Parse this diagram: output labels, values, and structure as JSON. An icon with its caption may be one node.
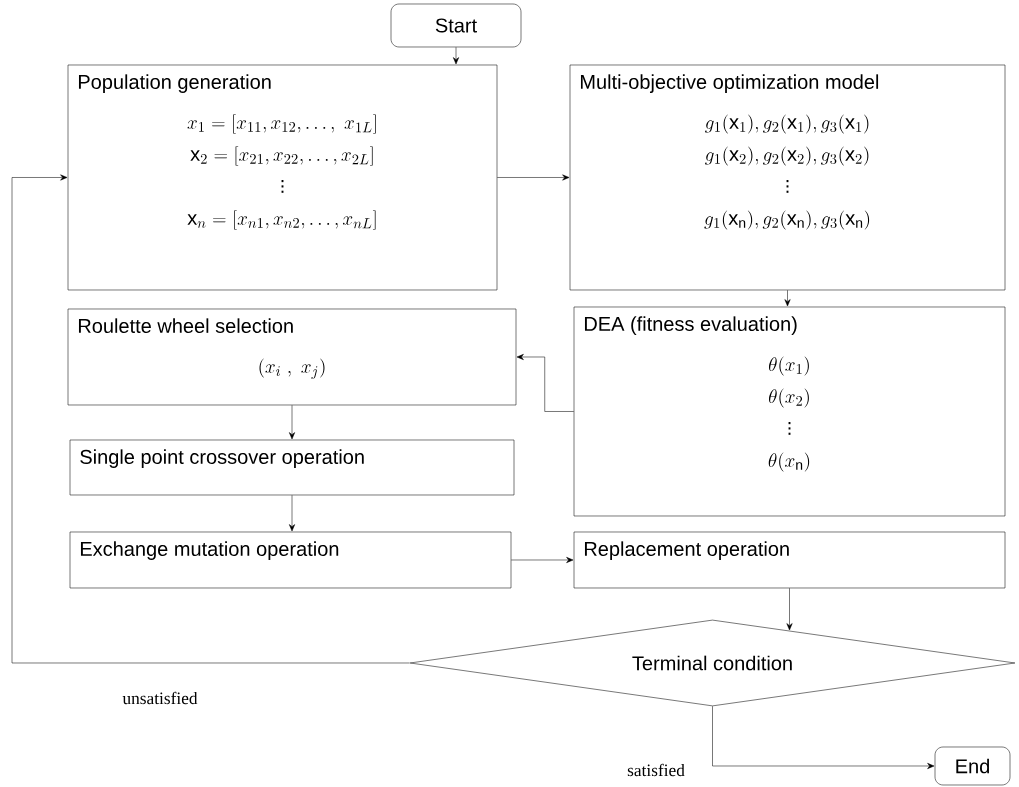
{
  "diagram": {
    "nodes": [
      {
        "text": [
          "Start"
        ]
      },
      {
        "text": [
          "Population generation",
          "x_1 = [x_{11}, x_{12}, \\dots,\\ x_{1L}]",
          "\\mathrm{x}_2 = [x_{21}, x_{22}, \\dots, x_{2L}]",
          "\\vdots",
          "\\mathrm{x}_n = [x_{n1}, x_{n2}, \\dots, x_{nL}]"
        ]
      },
      {
        "text": [
          "Multi-objective optimization model",
          "g_1(\\mathrm{x}_1), g_2(\\mathrm{x}_1), g_3(\\mathrm{x}_1)",
          "g_1(\\mathrm{x}_2), g_2(\\mathrm{x}_2), g_3(\\mathrm{x}_2)",
          "\\vdots",
          "g_1(\\mathrm{x}_\\mathrm{n}), g_2(\\mathrm{x}_\\mathrm{n}), g_3(\\mathrm{x}_\\mathrm{n})"
        ]
      },
      {
        "text": [
          "Roulette wheel selection",
          "(x_i\\ ,\\ x_j)"
        ]
      },
      {
        "text": [
          "DEA (fitness evaluation)",
          "\\theta(x_1)",
          "\\theta(x_2)",
          "\\vdots",
          "\\theta(x_\\mathrm{n})"
        ]
      },
      {
        "text": [
          "Single point crossover operation"
        ]
      },
      {
        "text": [
          "Exchange mutation operation"
        ]
      },
      {
        "text": [
          "Replacement operation"
        ]
      },
      {
        "text": [
          "Terminal condition"
        ]
      },
      {
        "text": [
          "End"
        ]
      }
    ],
    "edges": [
      {
        "from": 0,
        "to": 1,
        "arrow": "to"
      },
      {
        "from": 1,
        "to": 2,
        "arrow": "to"
      },
      {
        "from": 2,
        "to": 4,
        "arrow": "to"
      },
      {
        "from": 4,
        "to": 3,
        "arrow": "to"
      },
      {
        "from": 3,
        "to": 5,
        "arrow": "to"
      },
      {
        "from": 5,
        "to": 6,
        "arrow": "to"
      },
      {
        "from": 6,
        "to": 7,
        "arrow": "to"
      },
      {
        "from": 7,
        "to": 8,
        "arrow": "to"
      },
      {
        "from": 8,
        "to": 1,
        "arrow": "to",
        "label": "unsatisfied"
      },
      {
        "from": 8,
        "to": 9,
        "arrow": "to",
        "label": "satisfied"
      }
    ]
  }
}
